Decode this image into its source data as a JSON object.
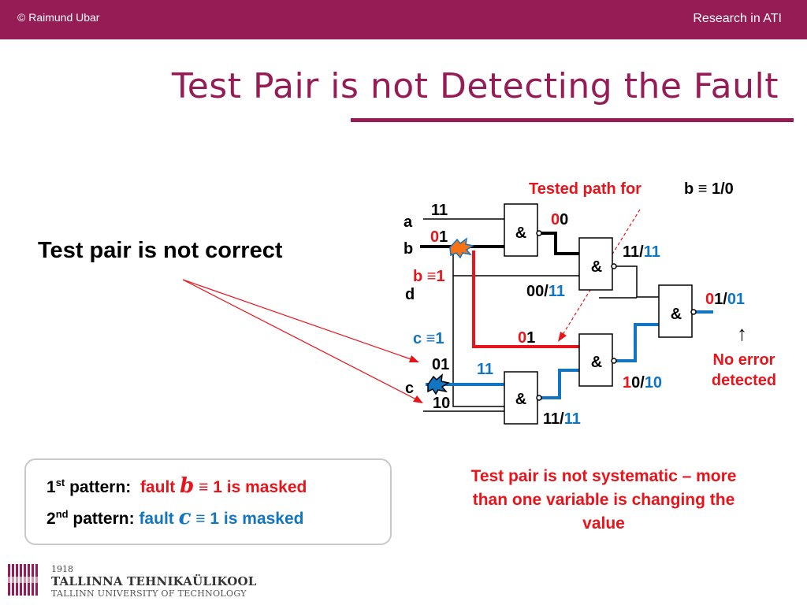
{
  "header": {
    "copyright": "© Raimund Ubar",
    "section": "Research in ATI"
  },
  "title": "Test Pair is not Detecting the Fault",
  "statement": "Test pair is not correct",
  "notes": {
    "line1": {
      "ord": "1",
      "sup": "st",
      "label": "pattern:",
      "pre": "fault",
      "sym": "b",
      "equiv": "≡",
      "post": "1 is masked"
    },
    "line2": {
      "ord": "2",
      "sup": "nd",
      "label": "pattern:",
      "pre": "fault",
      "sym": "c",
      "equiv": "≡",
      "post": "1 is masked"
    }
  },
  "systematic": "Test pair is not systematic – more than one variable is changing the value",
  "circuit": {
    "tested_path": "Tested path for",
    "fault_name": "b ≡ 1/0",
    "gate_symbol": "&",
    "input_a": "a",
    "input_b": "b",
    "input_c": "c",
    "input_d": "d",
    "val_a": "11",
    "val_b_first": "0",
    "val_b_second": "1",
    "fault_b": "b ≡1",
    "fault_c": "c ≡1",
    "val_c": "01",
    "val_c_fault": "11",
    "val_d": "10",
    "g1_first": "0",
    "g1_second": "0",
    "g2_out": "11/",
    "g2_out_fault": "11",
    "g3_in": "00/",
    "g3_in_fault": "11",
    "g_out_first": "0",
    "g_out_second": "1/",
    "g_out_fault": "01",
    "path_first": "0",
    "path_second": "1",
    "g4_out_first": "1",
    "g4_out_second": "0/",
    "g4_out_fault": "10",
    "g5_out": "11/",
    "g5_out_fault": "11",
    "no_error_1": "No error",
    "no_error_2": "detected",
    "arrow_up": "↑"
  },
  "colors": {
    "brand": "#951c55",
    "fault_red": "#e8141b",
    "fault_blue": "#1275c2"
  },
  "logo": {
    "year": "1918",
    "name": "TALLINNA TEHNIKAÜLIKOOL",
    "sub": "TALLINN UNIVERSITY OF TECHNOLOGY"
  }
}
